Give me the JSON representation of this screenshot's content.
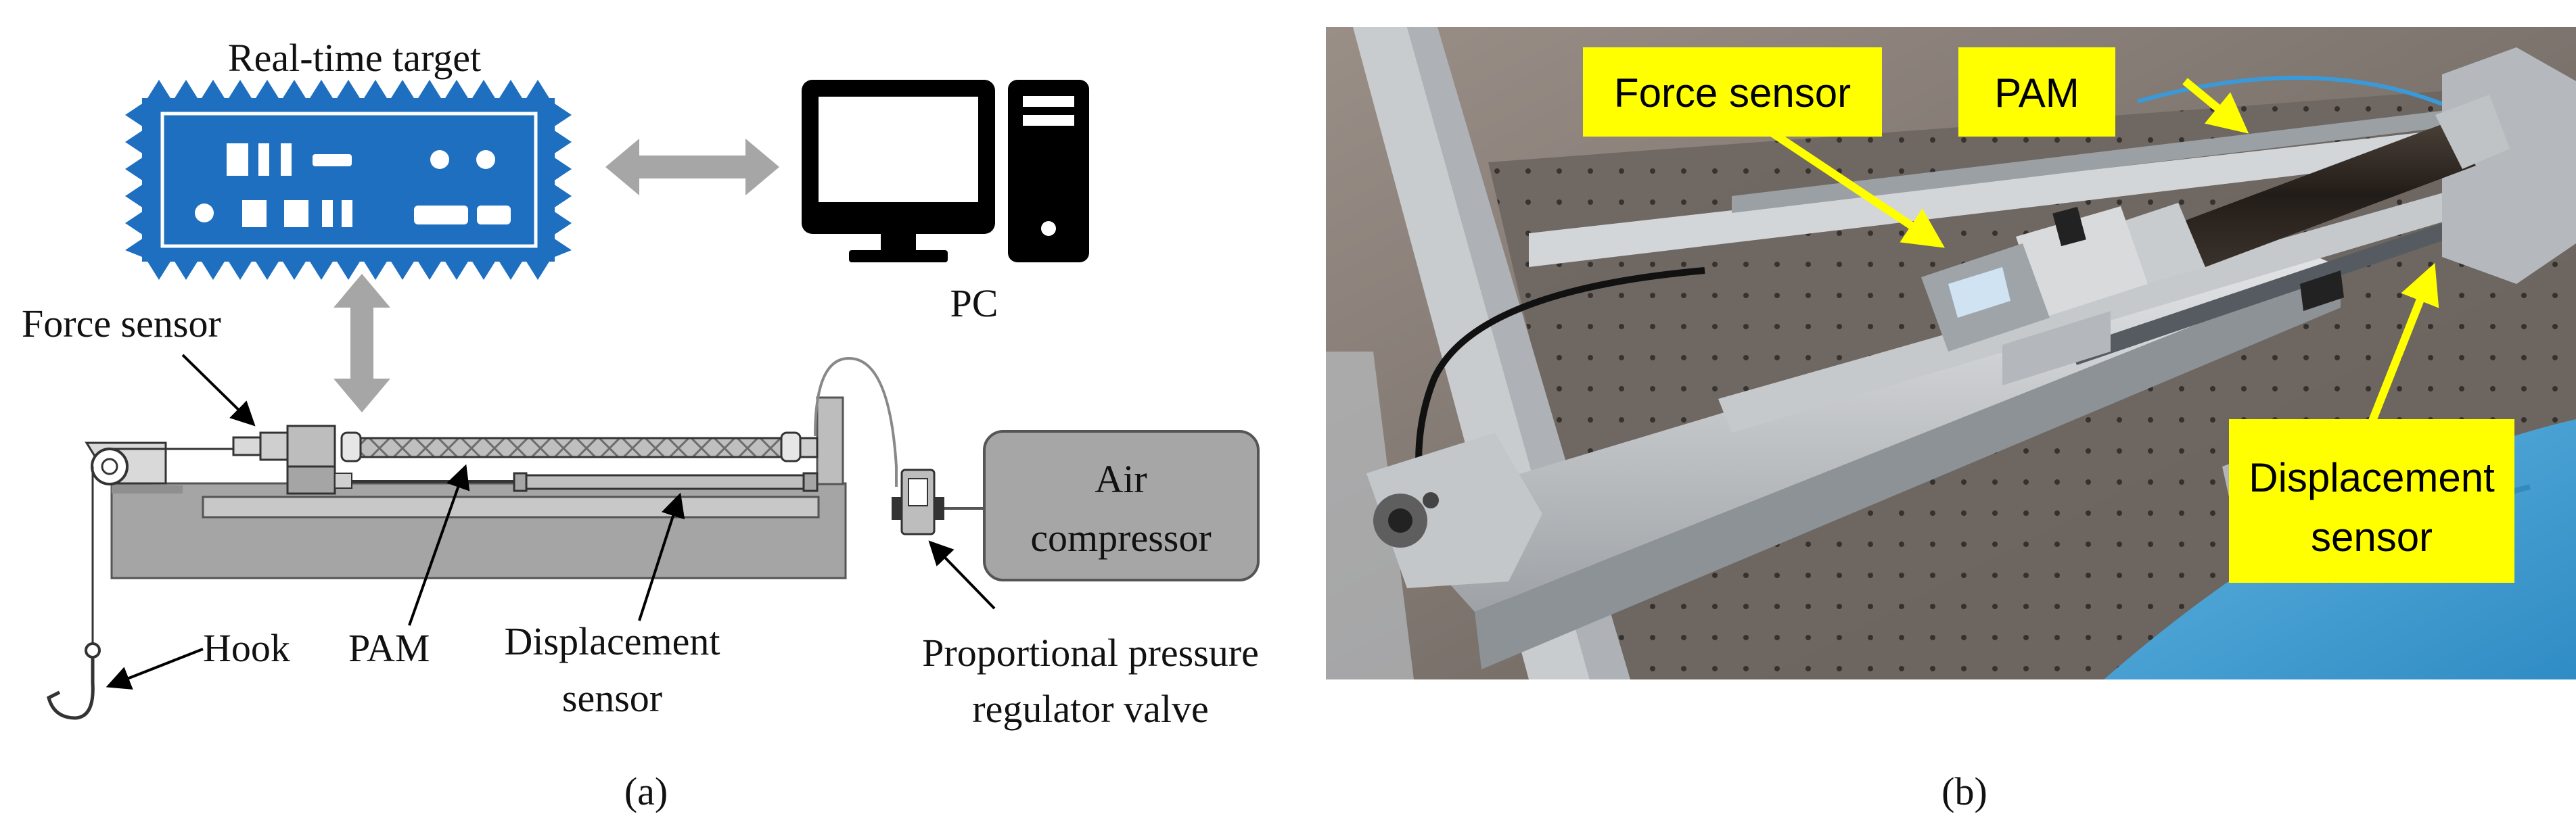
{
  "panel_a": {
    "caption": "(a)",
    "labels": {
      "realtime_target": "Real-time target",
      "pc": "PC",
      "force_sensor": "Force sensor",
      "hook": "Hook",
      "pam": "PAM",
      "displacement_line1": "Displacement",
      "displacement_line2": "sensor",
      "air_line1": "Air",
      "air_line2": "compressor",
      "valve_line1": "Proportional pressure",
      "valve_line2": "regulator valve"
    },
    "colors": {
      "target_blue": "#1e6fc0",
      "arrow_gray": "#a6a6a6",
      "compressor_fill": "#a6a6a6",
      "base_gray": "#a5a5a5"
    }
  },
  "panel_b": {
    "caption": "(b)",
    "labels": {
      "force_sensor": "Force sensor",
      "pam": "PAM",
      "displacement_line1": "Displacement",
      "displacement_line2": "sensor"
    },
    "colors": {
      "label_fill": "#ffff00",
      "arrow": "#ffff00"
    }
  }
}
